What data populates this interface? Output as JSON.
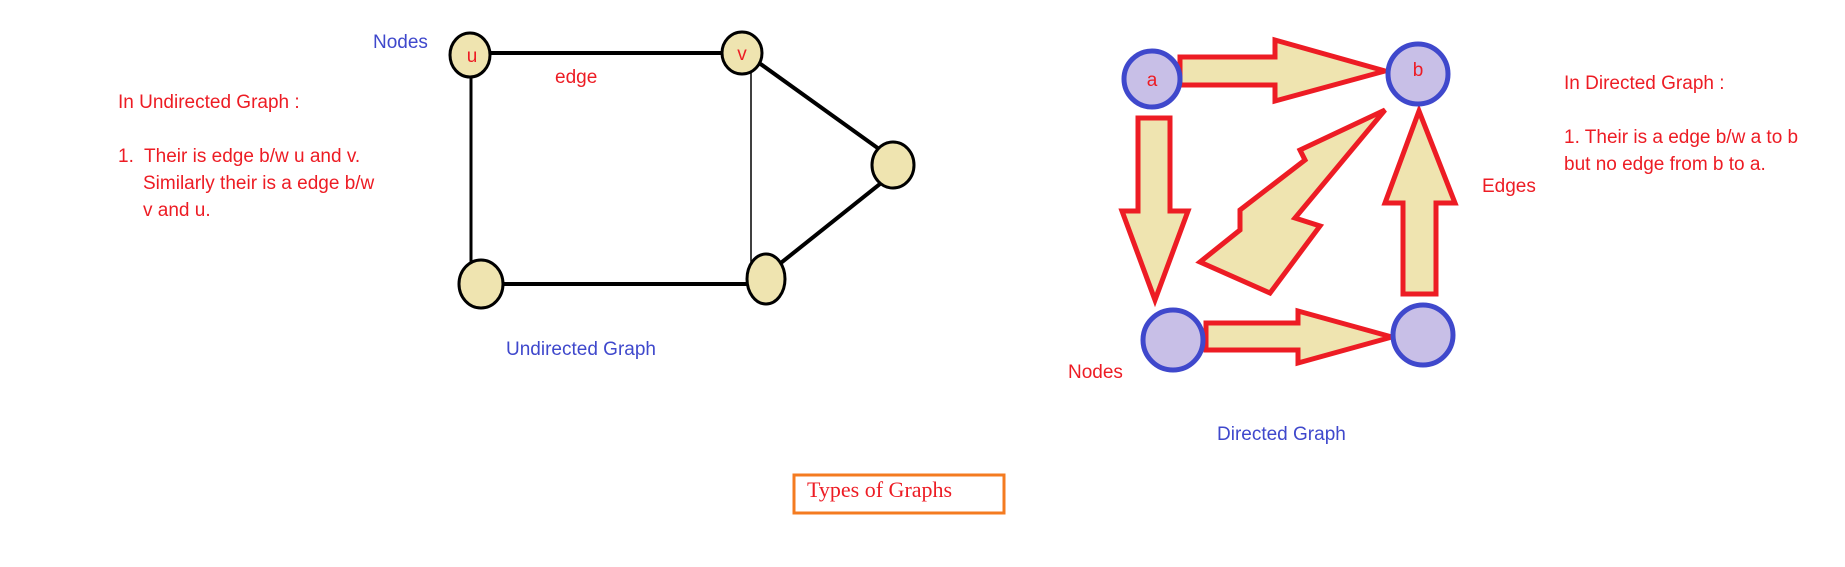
{
  "colors": {
    "red": "#ed1c24",
    "blue": "#3f48cc",
    "orange": "#f47b20",
    "node_beige": "#efe4b0",
    "node_lavender": "#c8bfe7",
    "edge_black": "#000000"
  },
  "undirected": {
    "caption": "Undirected Graph",
    "nodes_label": "Nodes",
    "edge_label": "edge",
    "node_u": "u",
    "node_v": "v",
    "note": {
      "title": "In Undirected Graph :",
      "line1": "1.  Their is edge b/w u and v.",
      "line2": "Similarly their is a edge b/w",
      "line3": "v and u."
    }
  },
  "directed": {
    "caption": "Directed Graph",
    "nodes_label": "Nodes",
    "edges_label": "Edges",
    "node_a": "a",
    "node_b": "b",
    "note": {
      "title": "In Directed Graph :",
      "line1": "1. Their is a edge b/w a to b",
      "line2": "but no edge from b to a."
    }
  },
  "footer": {
    "title": "Types of Graphs"
  }
}
